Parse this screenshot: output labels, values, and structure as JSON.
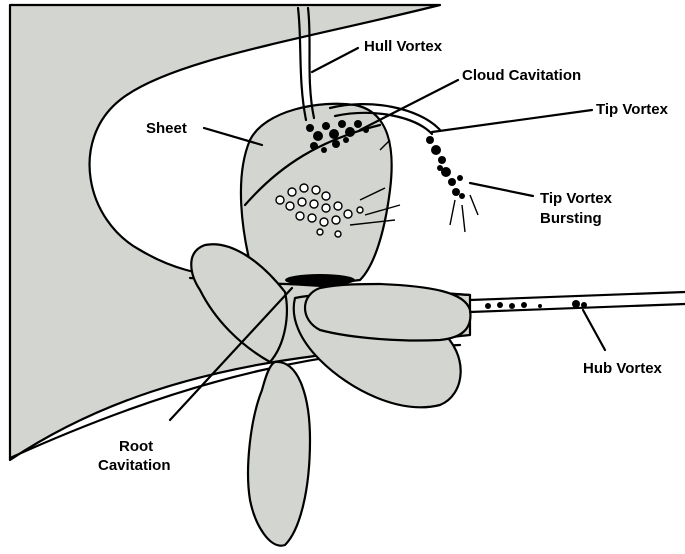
{
  "colors": {
    "fill": "#d2d5d0",
    "stroke": "#000000",
    "background": "#ffffff"
  },
  "labels": {
    "hull_vortex": "Hull Vortex",
    "cloud_cavitation": "Cloud Cavitation",
    "tip_vortex": "Tip Vortex",
    "sheet": "Sheet",
    "tip_vortex_bursting_1": "Tip Vortex",
    "tip_vortex_bursting_2": "Bursting",
    "hub_vortex": "Hub Vortex",
    "root_cavitation_1": "Root",
    "root_cavitation_2": "Cavitation"
  }
}
